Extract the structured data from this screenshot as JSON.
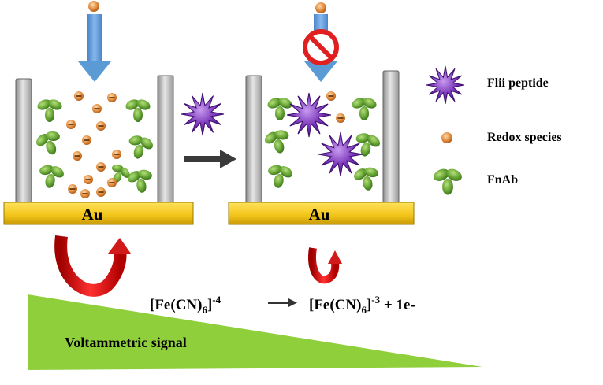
{
  "electrode_label": "Au",
  "legend": {
    "flii_peptide": "Flii peptide",
    "redox_species": "Redox species",
    "fnab": "FnAb"
  },
  "equation": {
    "reactant": "[Fe(CN)",
    "reactant_sub": "6",
    "reactant_charge": "]",
    "reactant_sup": "-4",
    "product": "[Fe(CN)",
    "product_sub": "6",
    "product_charge": "]",
    "product_sup": "-3",
    "electron": " + 1e-"
  },
  "signal_label": "Voltammetric signal",
  "colors": {
    "electrode_gold": "#f2c418",
    "arrow_blue": "#5b9bd5",
    "peptide_purple": "#6a2c9a",
    "antibody_green": "#4f8a2a",
    "redox_orange": "#c96a1e",
    "curve_red": "#d11a1a",
    "signal_green": "#8fcf3c",
    "block_red": "#e02020"
  }
}
